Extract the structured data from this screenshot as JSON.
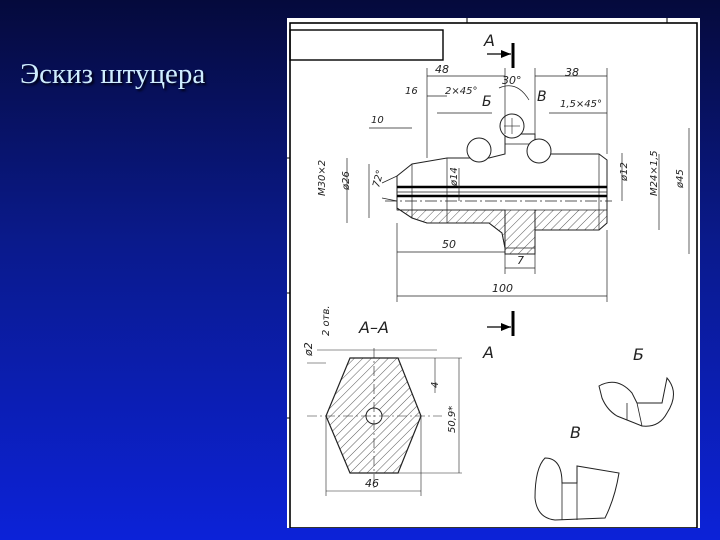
{
  "slide": {
    "title": "Эскиз штуцера"
  },
  "drawing": {
    "section_arrow_top": "А",
    "section_arrow_bottom": "А",
    "section_title": "А–А",
    "detail_b": "Б",
    "detail_v": "В",
    "detail_b_view": "Б",
    "detail_v_view": "В",
    "dims": {
      "d48": "48",
      "d38": "38",
      "d16": "16",
      "chamfer2": "2×45°",
      "angle30": "30°",
      "chamfer15": "1,5×45°",
      "d10": "10",
      "thread30": "M30×2",
      "dia26": "ø26",
      "angle72": "72°",
      "dia14": "ø14",
      "dia12": "ø12",
      "thread24": "M24×1,5",
      "dia45": "ø45",
      "d50": "50",
      "d7": "7",
      "d100": "100",
      "dia2": "ø2",
      "holes": "2 отв.",
      "d4": "4",
      "d509": "50,9*",
      "d46": "46"
    }
  }
}
